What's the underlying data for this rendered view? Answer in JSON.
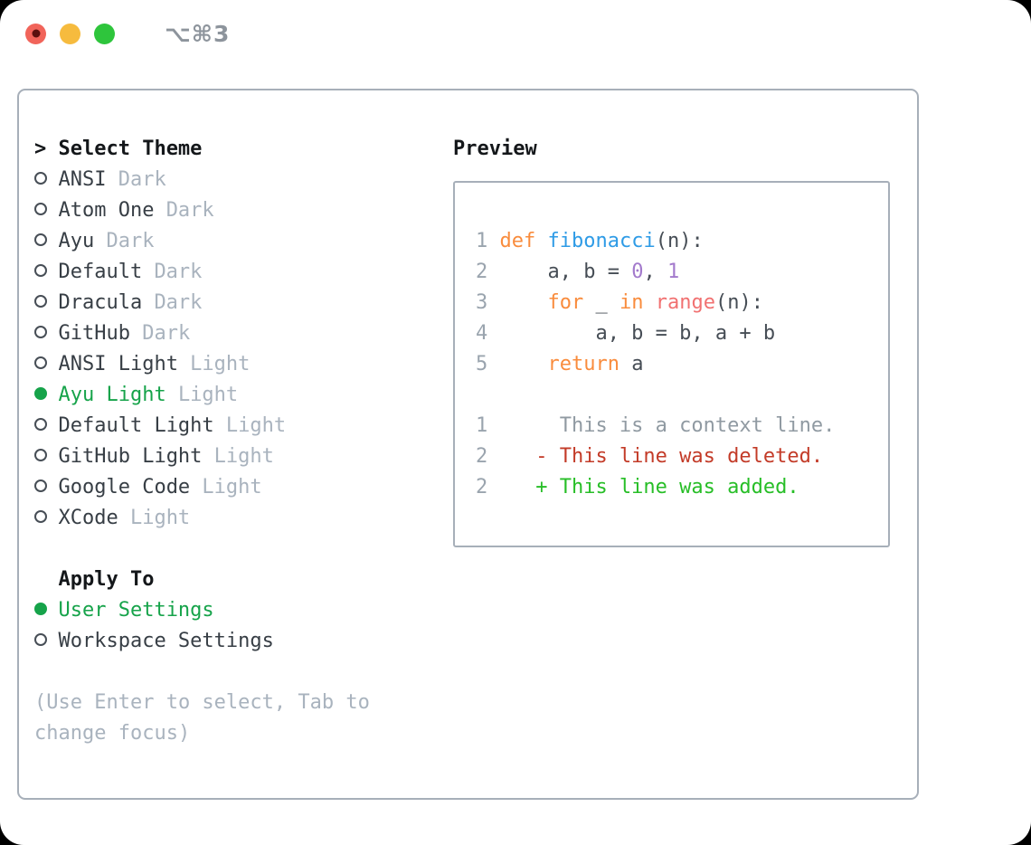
{
  "palette": {
    "window_bg": "#FFFFFF",
    "outside_bg": "#000000",
    "border": "#A7AFB9",
    "header_text": "#14171A",
    "text_dark": "#373E45",
    "muted": "#A9B3BE",
    "green": "#16A34A",
    "diff_red": "#C33B28",
    "diff_green": "#27BE27",
    "code_plain": "#464D55",
    "code_keyword": "#F98C3D",
    "code_function": "#2E9BE6",
    "code_number": "#A37ACC",
    "code_special": "#F17171",
    "line_number": "#9AA4AE",
    "context_gray": "#909AA2",
    "tl_red": "#F1645A",
    "tl_red_dot": "#5A100E",
    "tl_yellow": "#F6BB3E",
    "tl_green": "#2EC53C",
    "shortcut_gray": "#8D949C"
  },
  "titlebar": {
    "shortcut": "⌥⌘3"
  },
  "theme_panel": {
    "header_marker": ">",
    "header_label": "Select Theme",
    "themes": [
      {
        "name": "ANSI",
        "variant": "Dark",
        "selected": false
      },
      {
        "name": "Atom One",
        "variant": "Dark",
        "selected": false
      },
      {
        "name": "Ayu",
        "variant": "Dark",
        "selected": false
      },
      {
        "name": "Default",
        "variant": "Dark",
        "selected": false
      },
      {
        "name": "Dracula",
        "variant": "Dark",
        "selected": false
      },
      {
        "name": "GitHub",
        "variant": "Dark",
        "selected": false
      },
      {
        "name": "ANSI Light",
        "variant": "Light",
        "selected": false
      },
      {
        "name": "Ayu Light",
        "variant": "Light",
        "selected": true
      },
      {
        "name": "Default Light",
        "variant": "Light",
        "selected": false
      },
      {
        "name": "GitHub Light",
        "variant": "Light",
        "selected": false
      },
      {
        "name": "Google Code",
        "variant": "Light",
        "selected": false
      },
      {
        "name": "XCode",
        "variant": "Light",
        "selected": false
      }
    ],
    "apply_to_label": "Apply To",
    "apply_options": [
      {
        "name": "User Settings",
        "selected": true
      },
      {
        "name": "Workspace Settings",
        "selected": false
      }
    ],
    "help_line1": "(Use Enter to select, Tab to",
    "help_line2": "change focus)"
  },
  "preview": {
    "title": "Preview",
    "code_lines": [
      {
        "num": "1",
        "tokens": [
          {
            "c": "kw",
            "t": "def"
          },
          {
            "c": "pl",
            "t": " "
          },
          {
            "c": "fn",
            "t": "fibonacci"
          },
          {
            "c": "pl",
            "t": "(n):"
          }
        ]
      },
      {
        "num": "2",
        "tokens": [
          {
            "c": "pl",
            "t": "    a, b = "
          },
          {
            "c": "num",
            "t": "0"
          },
          {
            "c": "pl",
            "t": ", "
          },
          {
            "c": "num",
            "t": "1"
          }
        ]
      },
      {
        "num": "3",
        "tokens": [
          {
            "c": "pl",
            "t": "    "
          },
          {
            "c": "kw",
            "t": "for"
          },
          {
            "c": "pl",
            "t": " _ "
          },
          {
            "c": "kw",
            "t": "in"
          },
          {
            "c": "pl",
            "t": " "
          },
          {
            "c": "sp",
            "t": "range"
          },
          {
            "c": "pl",
            "t": "(n):"
          }
        ]
      },
      {
        "num": "4",
        "tokens": [
          {
            "c": "pl",
            "t": "        a, b = b, a + b"
          }
        ]
      },
      {
        "num": "5",
        "tokens": [
          {
            "c": "pl",
            "t": "    "
          },
          {
            "c": "kw",
            "t": "return"
          },
          {
            "c": "pl",
            "t": " a"
          }
        ]
      }
    ],
    "diff_lines": [
      {
        "num": "1",
        "kind": "context",
        "text": "     This is a context line."
      },
      {
        "num": "2",
        "kind": "deleted",
        "text": "   - This line was deleted."
      },
      {
        "num": "2",
        "kind": "added",
        "text": "   + This line was added."
      }
    ]
  }
}
